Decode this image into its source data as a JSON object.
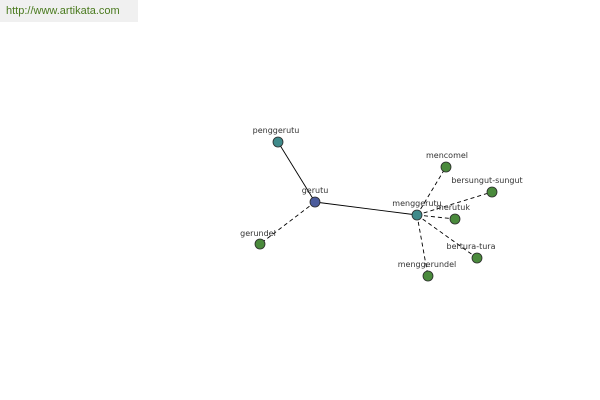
{
  "url_text": "http://www.artikata.com",
  "colors": {
    "url_text": "#4a7a1e",
    "url_bg": "#f0f0f0",
    "edge": "#000000",
    "node_center": "#4b5b9c",
    "node_hub": "#3f8a8a",
    "node_leaf": "#4a8a3c",
    "node_stroke": "#2a2a2a"
  },
  "nodes": [
    {
      "id": "gerutu",
      "label": "gerutu",
      "kind": "center"
    },
    {
      "id": "penggerutu",
      "label": "penggerutu",
      "kind": "hub"
    },
    {
      "id": "menggerutu",
      "label": "menggerutu",
      "kind": "hub"
    },
    {
      "id": "gerundel",
      "label": "gerundel",
      "kind": "leaf"
    },
    {
      "id": "mencomel",
      "label": "mencomel",
      "kind": "leaf"
    },
    {
      "id": "bersungut-sungut",
      "label": "bersungut-sungut",
      "kind": "leaf"
    },
    {
      "id": "merutuk",
      "label": "merutuk",
      "kind": "leaf"
    },
    {
      "id": "bertura-tura",
      "label": "bertura-tura",
      "kind": "leaf"
    },
    {
      "id": "menggerundel",
      "label": "menggerundel",
      "kind": "leaf"
    }
  ],
  "edges": [
    {
      "from": "gerutu",
      "to": "penggerutu",
      "style": "solid"
    },
    {
      "from": "gerutu",
      "to": "menggerutu",
      "style": "solid"
    },
    {
      "from": "gerutu",
      "to": "gerundel",
      "style": "dashed"
    },
    {
      "from": "menggerutu",
      "to": "mencomel",
      "style": "dashed"
    },
    {
      "from": "menggerutu",
      "to": "bersungut-sungut",
      "style": "dashed"
    },
    {
      "from": "menggerutu",
      "to": "merutuk",
      "style": "dashed"
    },
    {
      "from": "menggerutu",
      "to": "bertura-tura",
      "style": "dashed"
    },
    {
      "from": "menggerutu",
      "to": "menggerundel",
      "style": "dashed"
    }
  ]
}
